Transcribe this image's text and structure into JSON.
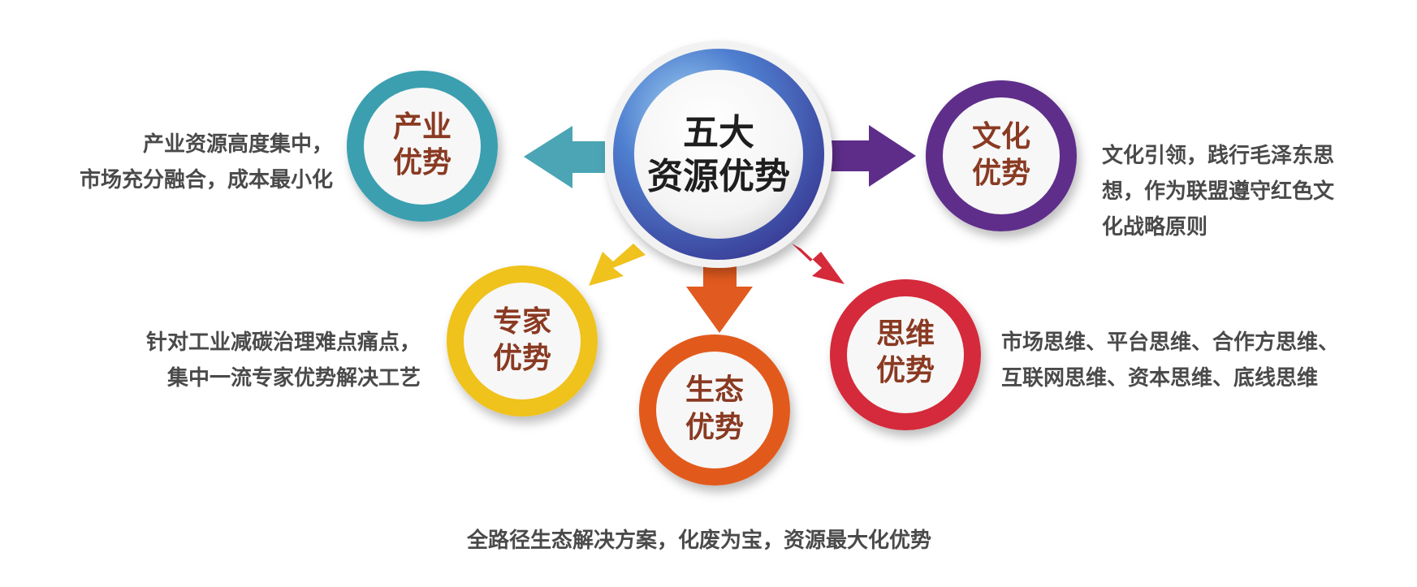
{
  "hub": {
    "line1": "五大",
    "line2": "资源优势",
    "color": "#4a63b0"
  },
  "nodes": [
    {
      "id": "industry",
      "line1": "产业",
      "line2": "优势",
      "color": "#3a9fb0",
      "desc": [
        "产业资源高度集中，",
        "市场充分融合，成本最小化"
      ]
    },
    {
      "id": "culture",
      "line1": "文化",
      "line2": "优势",
      "color": "#5e2d8a",
      "desc": [
        "文化引领，践行毛泽东思",
        "想，作为联盟遵守红色文",
        "化战略原则"
      ]
    },
    {
      "id": "expert",
      "line1": "专家",
      "line2": "优势",
      "color": "#efc21e",
      "desc": [
        "针对工业减碳治理难点痛点，",
        "集中一流专家优势解决工艺"
      ]
    },
    {
      "id": "ecology",
      "line1": "生态",
      "line2": "优势",
      "color": "#e15a1f",
      "desc": [
        "全路径生态解决方案，化废为宝，资源最大化优势"
      ]
    },
    {
      "id": "thinking",
      "line1": "思维",
      "line2": "优势",
      "color": "#d42a3a",
      "desc": [
        "市场思维、平台思维、合作方思维、",
        "互联网思维、资本思维、底线思维"
      ]
    }
  ]
}
